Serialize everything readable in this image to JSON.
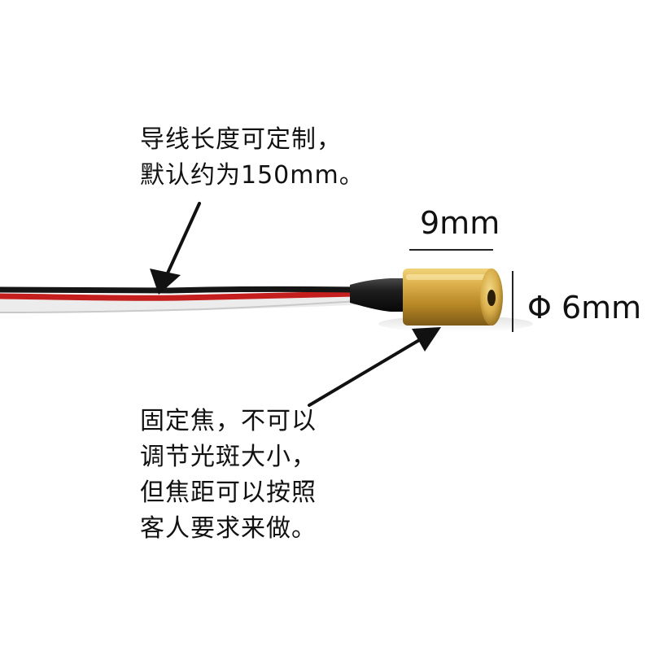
{
  "notes": {
    "cable": [
      "导线长度可定制，",
      "默认约为150mm。"
    ],
    "focus": [
      "固定焦，不可以",
      "调节光斑大小，",
      "但焦距可以按照",
      "客人要求来做。"
    ]
  },
  "dimensions": {
    "length": "9mm",
    "diameter": "Φ 6mm"
  },
  "colors": {
    "background": "#ffffff",
    "text": "#111111",
    "brass": "#c8a13a",
    "wire_black": "#151515",
    "wire_red": "#c61d1d",
    "wire_white": "#f2f2f2",
    "arrow": "#111111"
  }
}
